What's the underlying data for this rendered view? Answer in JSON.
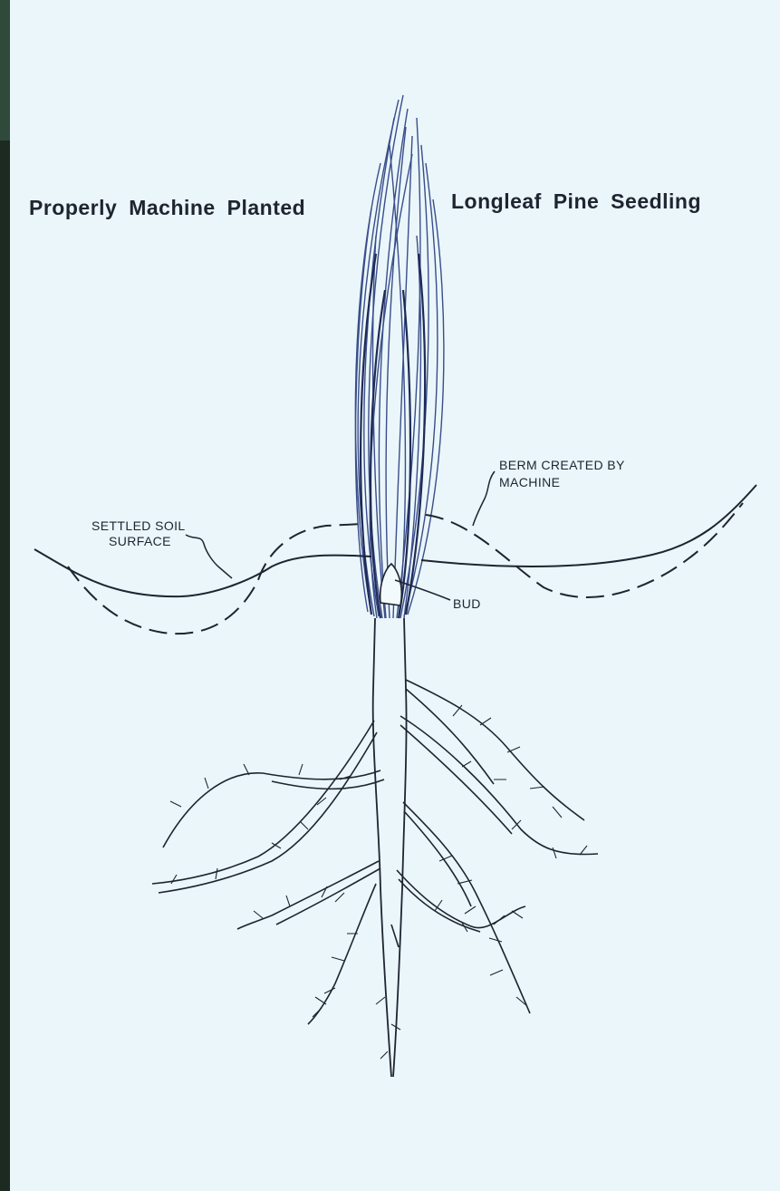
{
  "title": {
    "left": "Properly Machine Planted",
    "right": "Longleaf Pine Seedling"
  },
  "labels": {
    "berm_line1": "BERM CREATED BY",
    "berm_line2": "MACHINE",
    "settled_line1": "SETTLED SOIL",
    "settled_line2": "SURFACE",
    "bud": "BUD"
  },
  "colors": {
    "background": "#eaf6fa",
    "ink": "#1e2430",
    "needle": "#3a4d8a"
  }
}
